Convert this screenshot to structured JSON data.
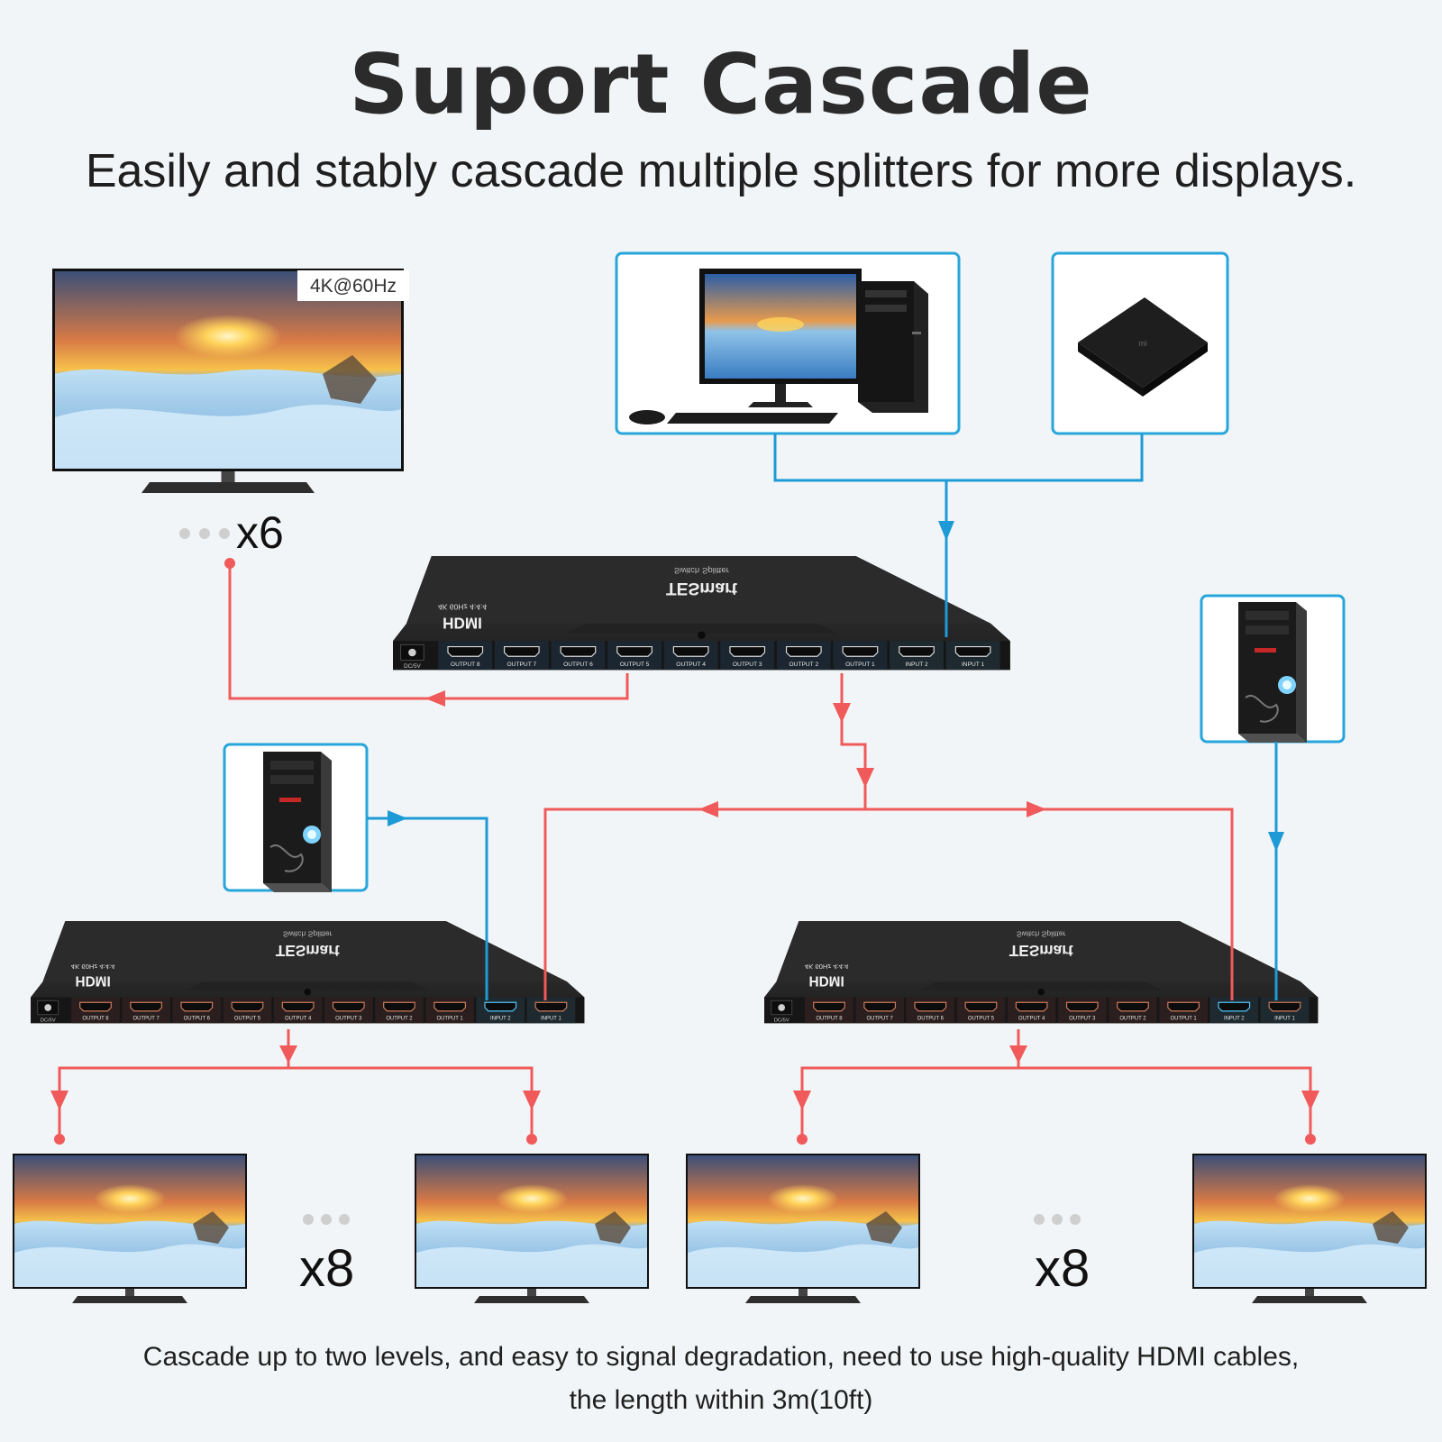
{
  "header": {
    "title": "Suport Cascade",
    "subtitle": "Easily and stably cascade multiple splitters for more displays."
  },
  "monitor_badge": "4K@60Hz",
  "multipliers": {
    "top": "x6",
    "bottom_left": "x8",
    "bottom_right": "x8"
  },
  "splitter": {
    "brand": "TESmart",
    "model": "Switch Splitter",
    "hdmi_logo": "HDMI",
    "spec": "4K 60Hz 4:4:4",
    "power_label": "DC/5V",
    "ports": [
      "OUTPUT 8",
      "OUTPUT 7",
      "OUTPUT 6",
      "OUTPUT 5",
      "OUTPUT 4",
      "OUTPUT 3",
      "OUTPUT 2",
      "OUTPUT 1",
      "INPUT 2",
      "INPUT 1"
    ]
  },
  "colors": {
    "signal_in": "#1e9ad6",
    "signal_out": "#f05a5a",
    "frame": "#27a6db",
    "device": "#2a2a2a",
    "title": "#2b2b2b"
  },
  "footer": {
    "line1": "Cascade up to two levels, and easy to signal degradation, need to use high-quality HDMI cables,",
    "line2": "the length within 3m(10ft)"
  }
}
